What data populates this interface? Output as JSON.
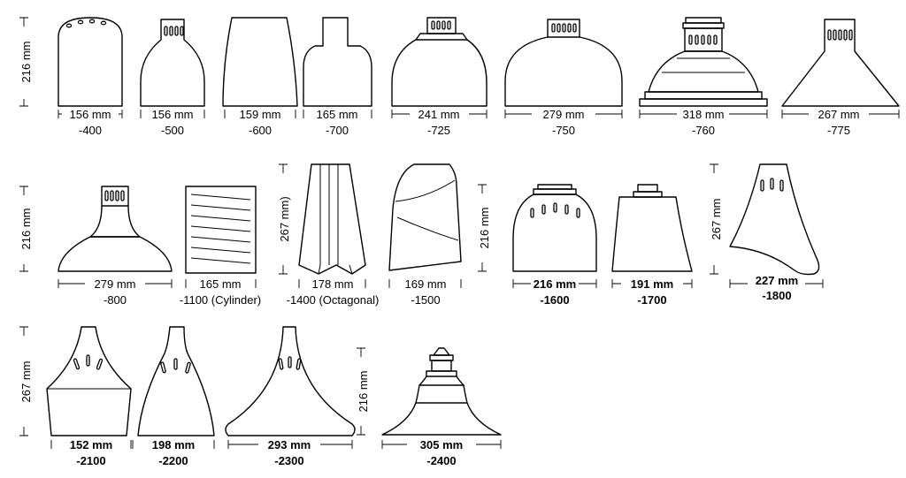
{
  "shades": [
    {
      "id": "400",
      "width": "156 mm",
      "code": "-400",
      "bold": false
    },
    {
      "id": "500",
      "width": "156 mm",
      "code": "-500",
      "bold": false
    },
    {
      "id": "600",
      "width": "159 mm",
      "code": "-600",
      "bold": false
    },
    {
      "id": "700",
      "width": "165 mm",
      "code": "-700",
      "bold": false
    },
    {
      "id": "725",
      "width": "241 mm",
      "code": "-725",
      "bold": false
    },
    {
      "id": "750",
      "width": "279 mm",
      "code": "-750",
      "bold": false
    },
    {
      "id": "760",
      "width": "318 mm",
      "code": "-760",
      "bold": false
    },
    {
      "id": "775",
      "width": "267 mm",
      "code": "-775",
      "bold": false
    },
    {
      "id": "800",
      "width": "279 mm",
      "code": "-800",
      "bold": false
    },
    {
      "id": "1100",
      "width": "165 mm",
      "code": "-1100 (Cylinder)",
      "bold": false
    },
    {
      "id": "1400",
      "width": "178 mm",
      "code": "-1400 (Octagonal)",
      "bold": false
    },
    {
      "id": "1500",
      "width": "169 mm",
      "code": "-1500",
      "bold": false
    },
    {
      "id": "1600",
      "width": "216 mm",
      "code": "-1600",
      "bold": true
    },
    {
      "id": "1700",
      "width": "191 mm",
      "code": "-1700",
      "bold": true
    },
    {
      "id": "1800",
      "width": "227 mm",
      "code": "-1800",
      "bold": true
    },
    {
      "id": "2100",
      "width": "152 mm",
      "code": "-2100",
      "bold": true
    },
    {
      "id": "2200",
      "width": "198 mm",
      "code": "-2200",
      "bold": true
    },
    {
      "id": "2300",
      "width": "293 mm",
      "code": "-2300",
      "bold": true
    },
    {
      "id": "2400",
      "width": "305 mm",
      "code": "-2400",
      "bold": true
    }
  ],
  "heights": [
    {
      "id": "row1",
      "text": "216 mm"
    },
    {
      "id": "row2",
      "text": "216 mm"
    },
    {
      "id": "h1400",
      "text": "267 mm)"
    },
    {
      "id": "h1600",
      "text": "216 mm"
    },
    {
      "id": "h1800",
      "text": "267 mm"
    },
    {
      "id": "row3",
      "text": "267 mm"
    },
    {
      "id": "h2400",
      "text": "216 mm"
    }
  ]
}
